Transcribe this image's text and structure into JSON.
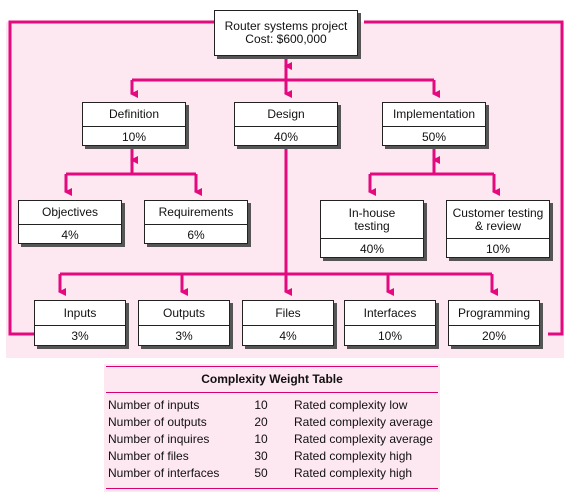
{
  "root": {
    "line1": "Router systems project",
    "line2": "Cost: $600,000"
  },
  "level1": [
    {
      "label": "Definition",
      "pct": "10%"
    },
    {
      "label": "Design",
      "pct": "40%"
    },
    {
      "label": "Implementation",
      "pct": "50%"
    }
  ],
  "definition_children": [
    {
      "label": "Objectives",
      "pct": "4%"
    },
    {
      "label": "Requirements",
      "pct": "6%"
    }
  ],
  "implementation_children": [
    {
      "label": "In-house testing",
      "pct": "40%"
    },
    {
      "label": "Customer testing & review",
      "pct": "10%"
    }
  ],
  "design_children": [
    {
      "label": "Inputs",
      "pct": "3%"
    },
    {
      "label": "Outputs",
      "pct": "3%"
    },
    {
      "label": "Files",
      "pct": "4%"
    },
    {
      "label": "Interfaces",
      "pct": "10%"
    },
    {
      "label": "Programming",
      "pct": "20%"
    }
  ],
  "table": {
    "title": "Complexity Weight Table",
    "rows": [
      {
        "item": "Number of inputs",
        "weight": "10",
        "rating": "Rated complexity low"
      },
      {
        "item": "Number of outputs",
        "weight": "20",
        "rating": "Rated complexity average"
      },
      {
        "item": "Number of inquires",
        "weight": "10",
        "rating": "Rated complexity average"
      },
      {
        "item": "Number of files",
        "weight": "30",
        "rating": "Rated complexity high"
      },
      {
        "item": "Number of interfaces",
        "weight": "50",
        "rating": "Rated complexity high"
      }
    ]
  },
  "colors": {
    "accent": "#e4097e",
    "panel": "#fde7f1",
    "border": "#222222"
  }
}
